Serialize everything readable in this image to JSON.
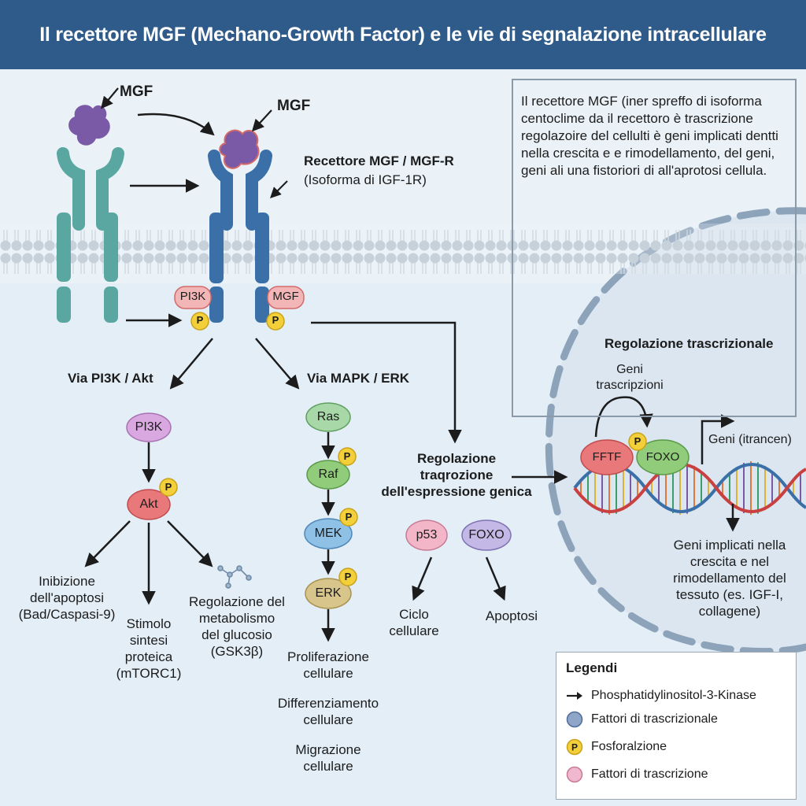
{
  "header": {
    "title": "Il recettore MGF (Mechano-Growth Factor) e le vie di segnalazione intracellulare"
  },
  "labels": {
    "mgf_left": "MGF",
    "mgf_right": "MGF",
    "receptor_title": "Recettore MGF / MGF-R",
    "receptor_sub": "(Isoforma di IGF-1R)",
    "pi3k_tag": "PI3K",
    "mgf_tag": "MGF",
    "p": "P",
    "via_pi3k": "Via PI3K / Akt",
    "via_mapk": "Via MAPK / ERK",
    "node_pi3k": "PI3K",
    "node_akt": "Akt",
    "node_ras": "Ras",
    "node_raf": "Raf",
    "node_mek": "MEK",
    "node_erk": "ERK",
    "out_apoptosis_1": "Inibizione",
    "out_apoptosis_2": "dell'apoptosi",
    "out_apoptosis_3": "(Bad/Caspasi-9)",
    "out_protein_1": "Stimolo",
    "out_protein_2": "sintesi",
    "out_protein_3": "proteica",
    "out_protein_4": "(mTORC1)",
    "out_glucose_1": "Regolazione del",
    "out_glucose_2": "metabolismo",
    "out_glucose_3": "del glucosio",
    "out_glucose_4": "(GSK3β)",
    "prolif_1": "Proliferazione",
    "prolif_2": "cellulare",
    "diff_1": "Differenziamento",
    "diff_2": "cellulare",
    "migr_1": "Migrazione",
    "migr_2": "cellulare",
    "reg_1": "Regolazione",
    "reg_2": "traqrozione",
    "reg_3": "dell'espressione genica",
    "node_p53": "p53",
    "node_foxo_mid": "FOXO",
    "ciclo_1": "Ciclo",
    "ciclo_2": "cellulare",
    "apoptosi": "Apoptosi",
    "trascr_title": "Regolazione trascrizionale",
    "geni_trascr_1": "Geni",
    "geni_trascr_2": "trascripzioni",
    "fftf": "FFTF",
    "foxo_dna": "FOXO",
    "geni_itrancen": "Geni (itrancen)",
    "geni_impl_1": "Geni implicati nella",
    "geni_impl_2": "crescita e nel",
    "geni_impl_3": "rimodellamento del",
    "geni_impl_4": "tessuto (es. IGF-I,",
    "geni_impl_5": "collagene)"
  },
  "info_box": {
    "text": "Il recettore MGF (iner spreffo di isoforma centoclime da il recettoro è trascrizione regolazoire del cellulti è geni implicati dentti nella crescita e e rimodellamento, del geni, geni ali una fistoriori di all'aprotosi cellula."
  },
  "legend": {
    "title": "Legendi",
    "items": [
      {
        "symbol": "arrow-icon",
        "label": "Phosphatidylinositol-3-Kinase"
      },
      {
        "symbol": "blue-circle-icon",
        "label": "Fattori di trascrizionale"
      },
      {
        "symbol": "phospho-p-icon",
        "label": "Fosforalzione"
      },
      {
        "symbol": "pink-circle-icon",
        "label": "Fattori di trascrizione"
      }
    ]
  },
  "colors": {
    "header": "#2f5b8a",
    "teal_receptor": "#5aa6a0",
    "blue_receptor": "#3a6fa8",
    "mgf_ligand": "#7a5aa6",
    "membrane": "#b9c6d1",
    "pi3k_node": "#d9a8e0",
    "akt_node": "#e8787a",
    "ras_node": "#a8d8a8",
    "raf_node": "#90cc7a",
    "mek_node": "#8fc0e6",
    "erk_node": "#d8c58c",
    "p53_node": "#f2b6c8",
    "foxo_node": "#c3b8e6",
    "phospho": "#f3cf3a"
  }
}
